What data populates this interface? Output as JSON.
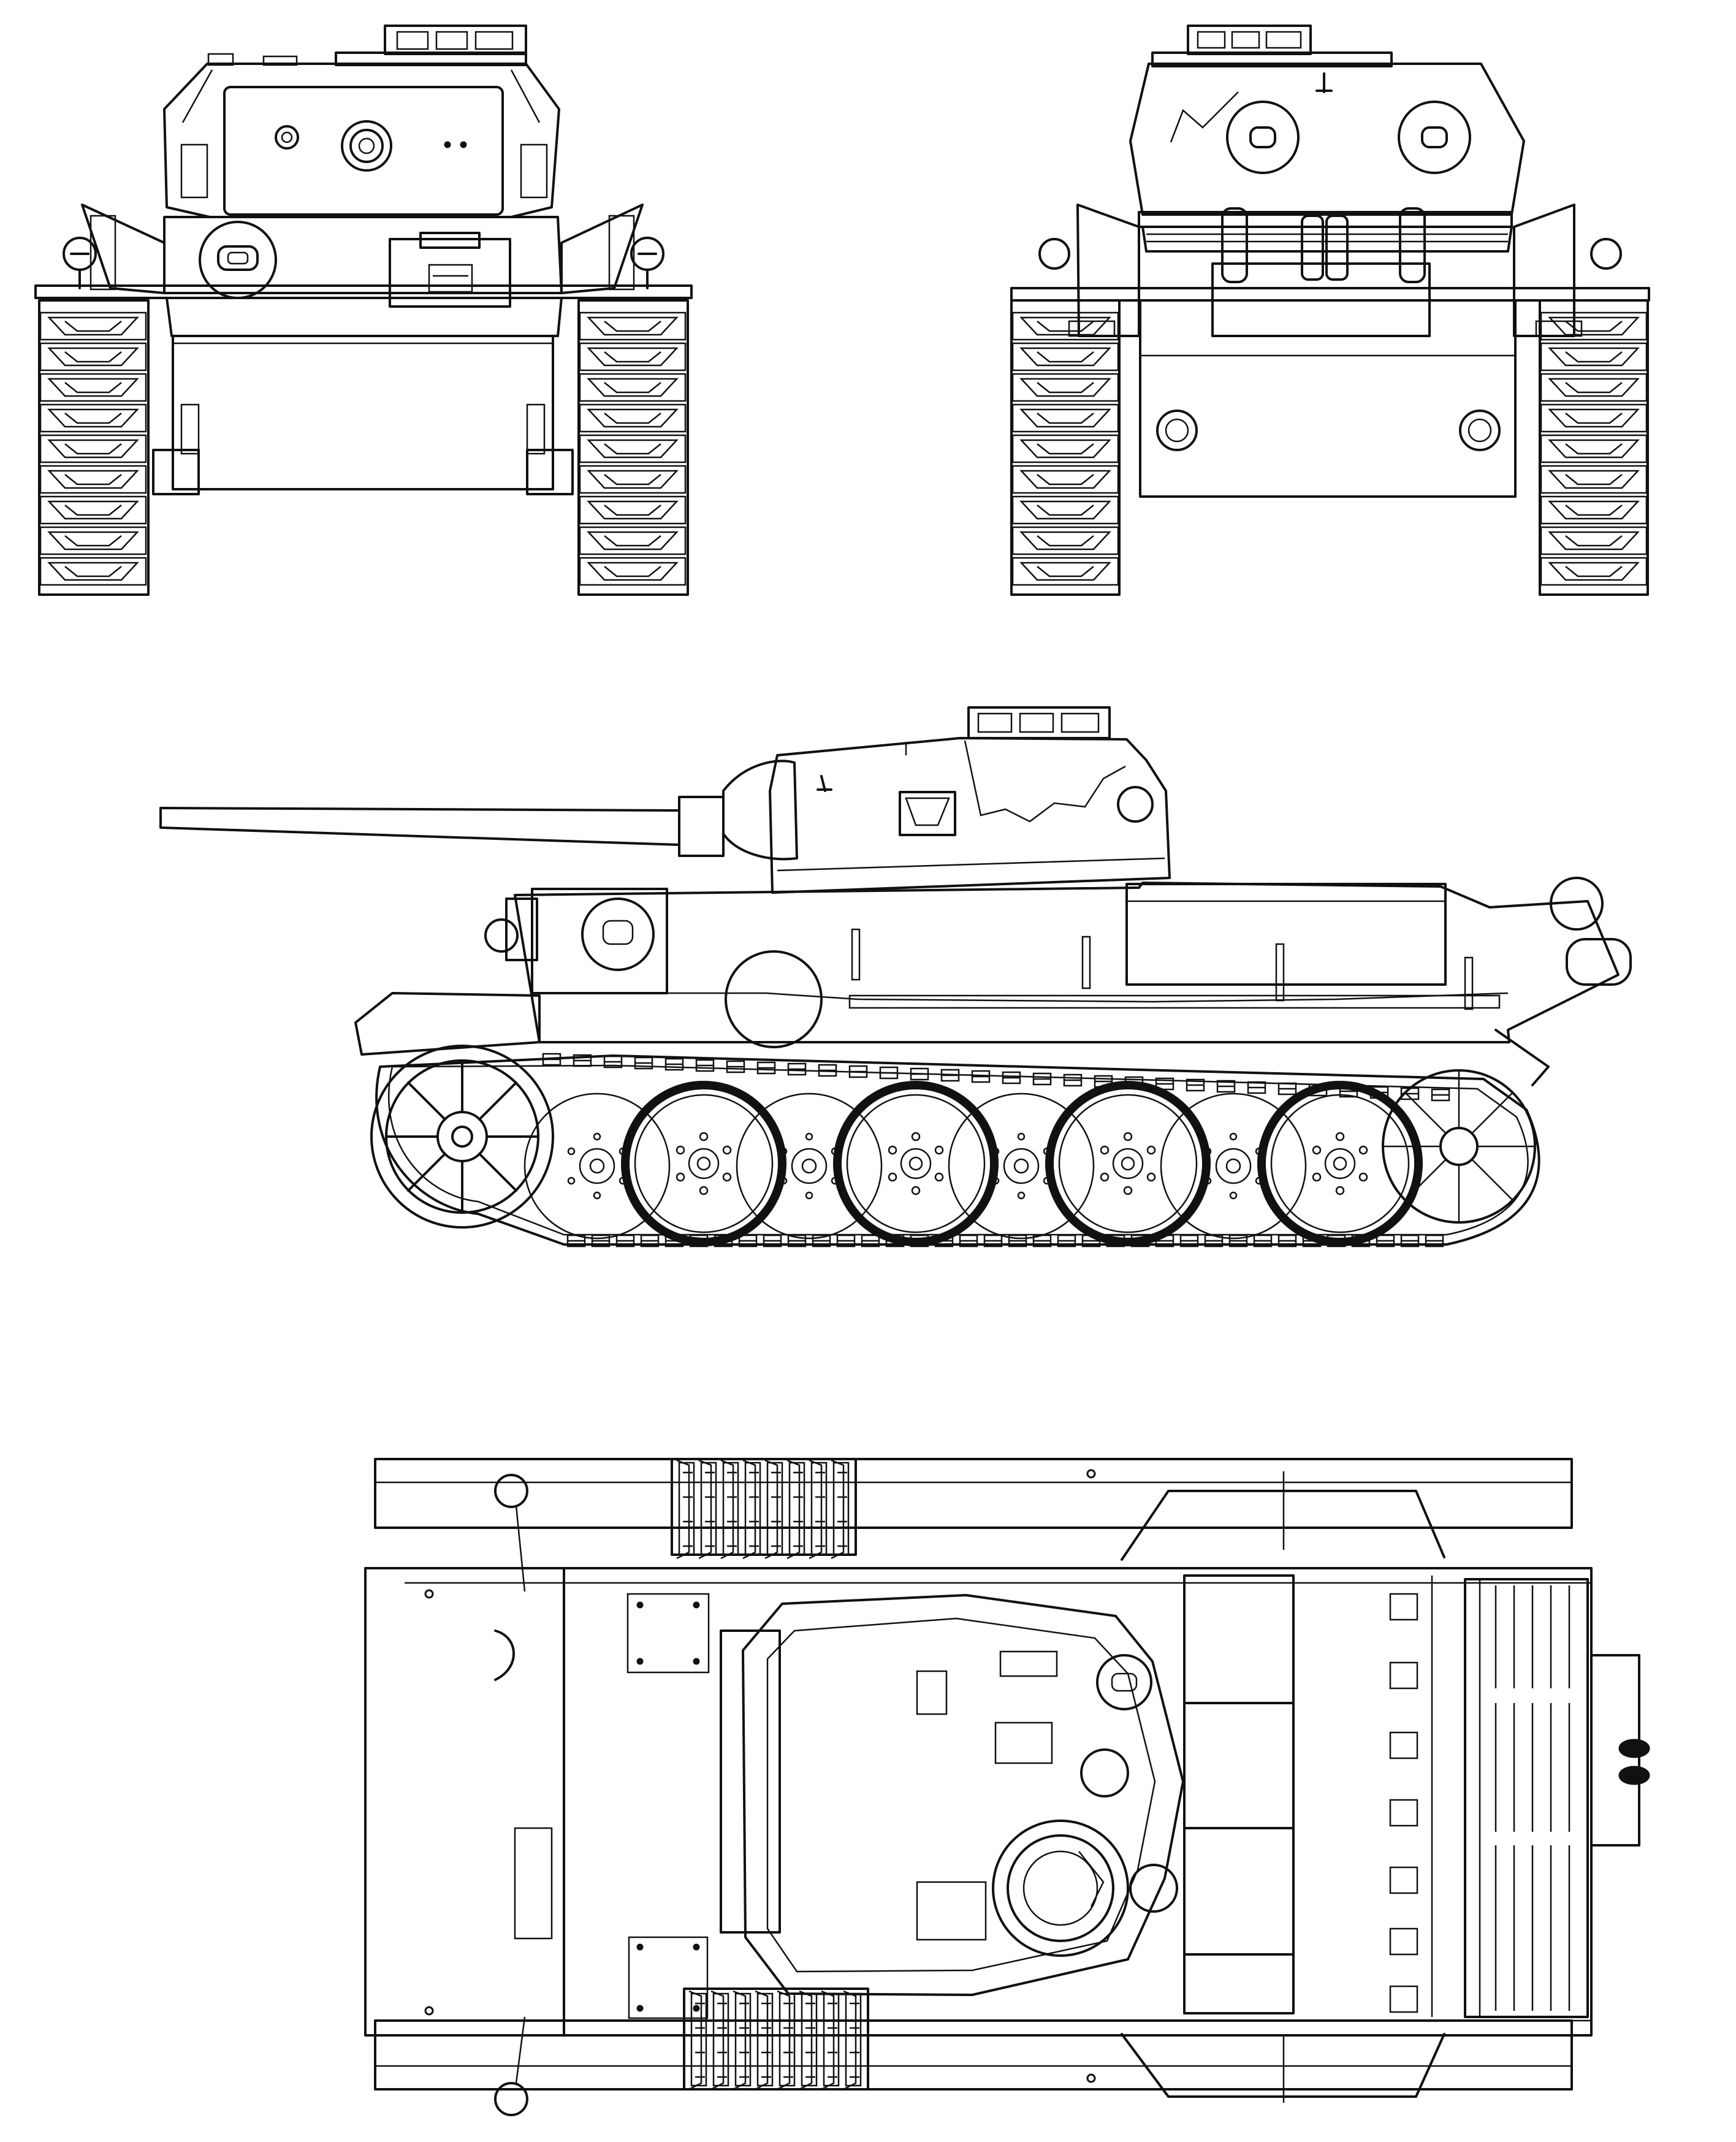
{
  "drawing": {
    "views": [
      "front-view",
      "rear-view",
      "side-view",
      "top-view"
    ],
    "line_color": "#111111",
    "background": "#ffffff"
  }
}
